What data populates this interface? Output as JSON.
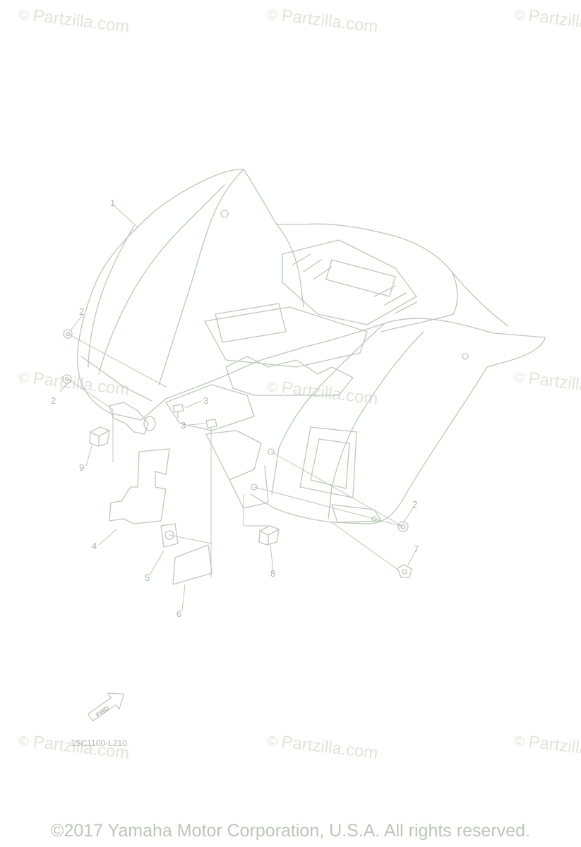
{
  "watermark": {
    "symbol": "©",
    "text": "Partzilla.com"
  },
  "callouts": [
    {
      "id": "c1",
      "label": "1"
    },
    {
      "id": "c2a",
      "label": "2"
    },
    {
      "id": "c2b",
      "label": "2"
    },
    {
      "id": "c3a",
      "label": "3"
    },
    {
      "id": "c3b",
      "label": "3"
    },
    {
      "id": "c9",
      "label": "9"
    },
    {
      "id": "c4",
      "label": "4"
    },
    {
      "id": "c5",
      "label": "5"
    },
    {
      "id": "c6",
      "label": "6"
    },
    {
      "id": "c8",
      "label": "8"
    },
    {
      "id": "c2c",
      "label": "2"
    },
    {
      "id": "c7",
      "label": "7"
    }
  ],
  "fwd_label": "FWD",
  "diagram_code": "1SC1100-L210",
  "copyright": "©2017 Yamaha Motor Corporation, U.S.A. All rights reserved.",
  "colors": {
    "line": "#bcc8ba",
    "watermark": "#dfe4dd",
    "text": "#a9b5a7"
  }
}
